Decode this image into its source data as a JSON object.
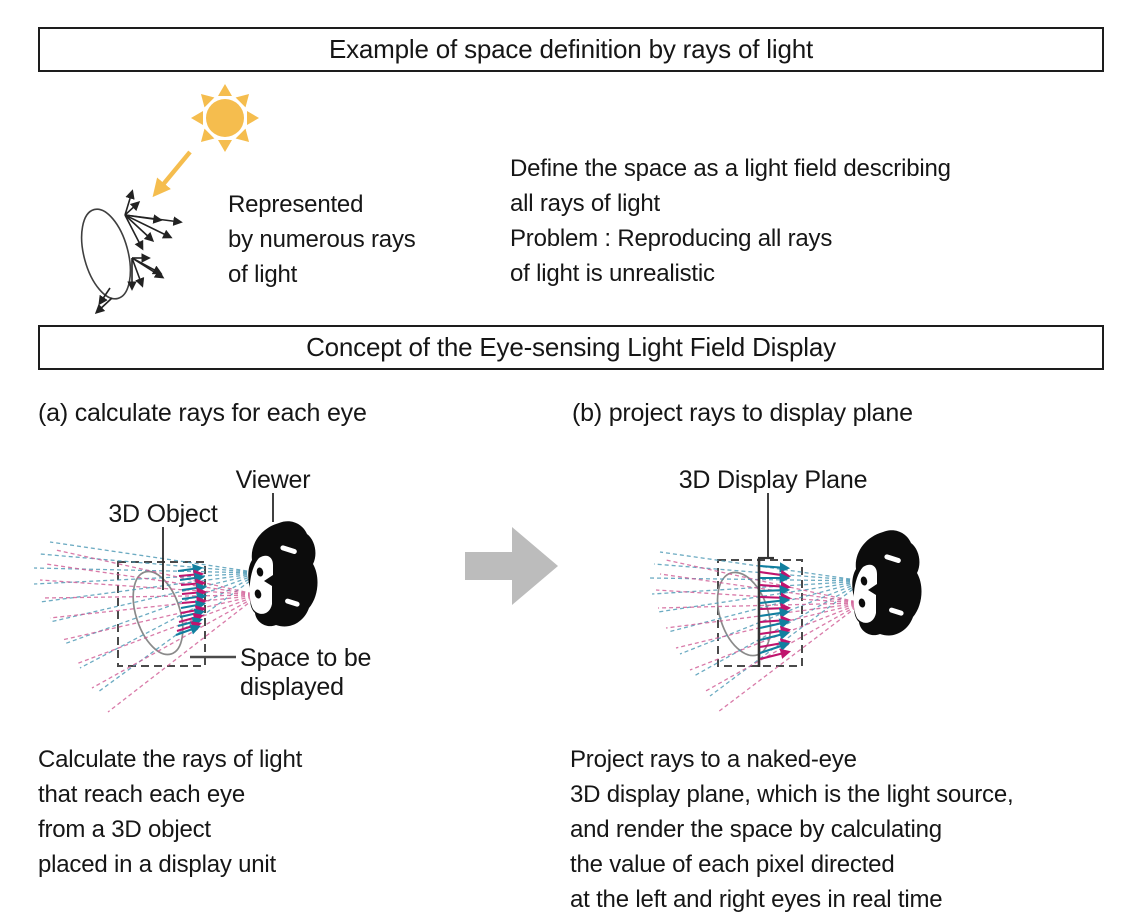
{
  "banners": {
    "top": "Example of space definition by rays of light",
    "middle": "Concept of the Eye-sensing Light Field Display"
  },
  "intro": {
    "represented": [
      "Represented",
      "by numerous rays",
      "of light"
    ],
    "define": [
      "Define the space as a light field describing",
      "all rays of light",
      "Problem : Reproducing all rays",
      "of light is unrealistic"
    ]
  },
  "panel_a": {
    "heading": "(a) calculate rays for each eye",
    "object_label": "3D Object",
    "viewer_label": "Viewer",
    "space_label_1": "Space to be",
    "space_label_2": "displayed",
    "caption": [
      "Calculate the rays of light",
      "that reach each eye",
      "from a 3D object",
      "placed in a display unit"
    ]
  },
  "panel_b": {
    "heading": "(b) project rays to display plane",
    "plane_label": "3D Display Plane",
    "caption": [
      "Project rays to a naked-eye",
      "3D display plane, which is the light source,",
      "and render the space by calculating",
      "the value of each pixel directed",
      "at the left and right eyes in real time"
    ]
  },
  "colors": {
    "sun_orange": "#f5bd4e",
    "ray_cyan": "#15809f",
    "ray_magenta": "#c0156e",
    "transition_arrow_gray": "#bcbcbc",
    "ink": "#1a1a1a"
  }
}
